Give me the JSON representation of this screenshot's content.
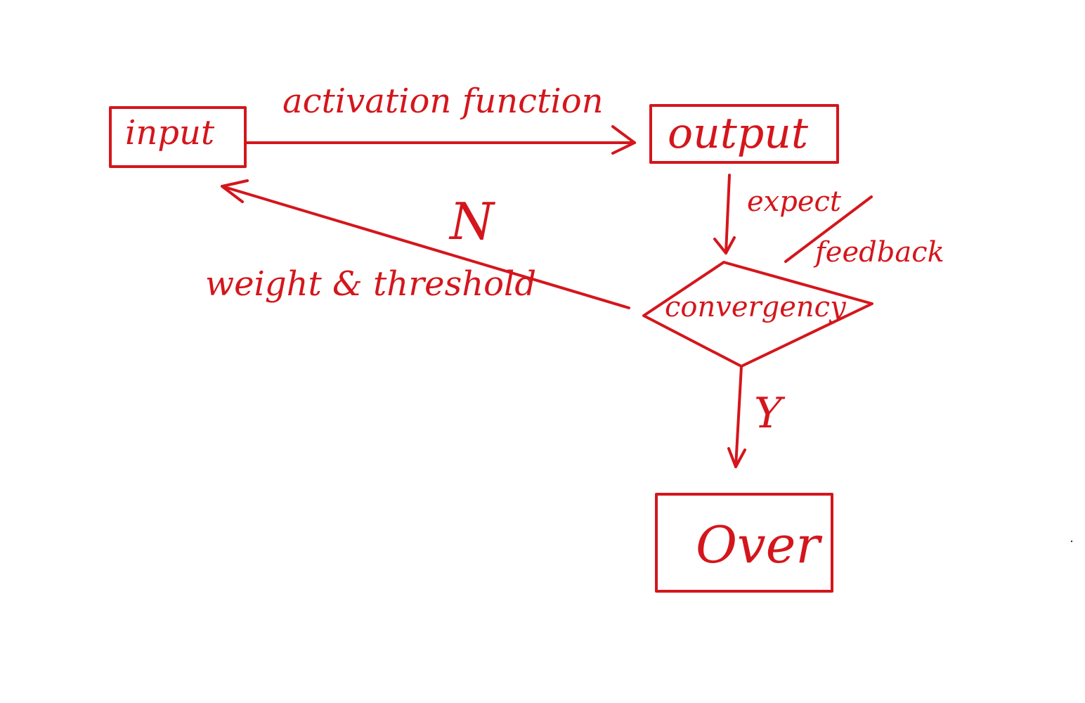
{
  "diagram": {
    "ink_color": "#d4161c",
    "nodes": {
      "input": "input",
      "output": "output",
      "convergency": "convergency",
      "over": "Over"
    },
    "edges": {
      "input_to_output": "activation function",
      "output_to_convergency": "expect",
      "feedback": "feedback",
      "no_branch": "N",
      "weight_threshold": "weight & threshold",
      "yes_branch": "Y"
    }
  }
}
